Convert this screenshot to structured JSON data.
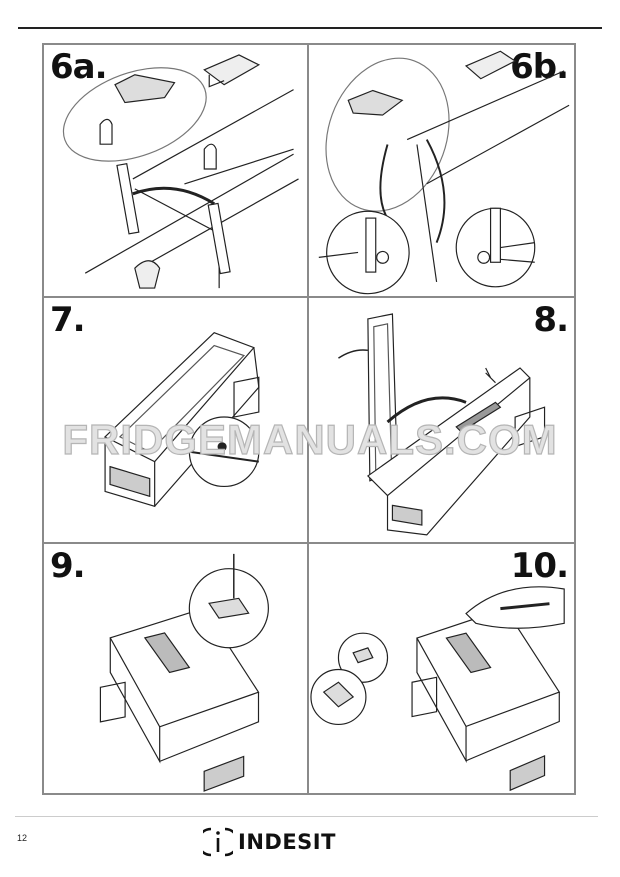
{
  "steps": [
    {
      "label": "6a."
    },
    {
      "label": "6b."
    },
    {
      "label": "7."
    },
    {
      "label": "8."
    },
    {
      "label": "9."
    },
    {
      "label": "10."
    }
  ],
  "watermark": "FRIDGEMANUALS.COM",
  "footer": {
    "page_number": "12",
    "brand": "INDESIT"
  }
}
